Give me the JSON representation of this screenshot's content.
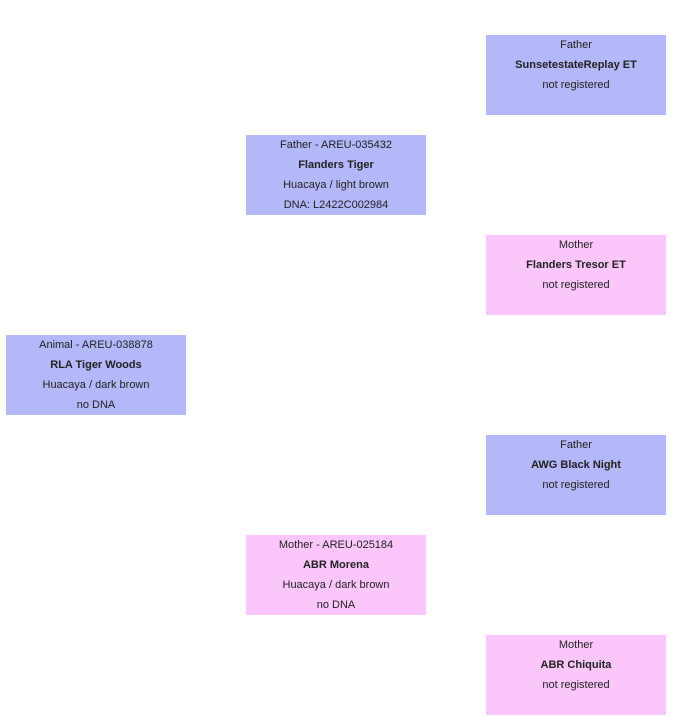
{
  "colors": {
    "male": "#b4b7f8",
    "female": "#fbc7fb"
  },
  "animal": {
    "heading": "Animal - AREU-038878",
    "name": "RLA Tiger Woods",
    "line3": "Huacaya / dark brown",
    "line4": "no DNA"
  },
  "sire": {
    "heading": "Father - AREU-035432",
    "name": "Flanders Tiger",
    "line3": "Huacaya / light brown",
    "line4": "DNA: L2422C002984"
  },
  "dam": {
    "heading": "Mother - AREU-025184",
    "name": "ABR Morena",
    "line3": "Huacaya / dark brown",
    "line4": "no DNA"
  },
  "sire_sire": {
    "heading": "Father",
    "name": "SunsetestateReplay ET",
    "line3": "not registered"
  },
  "sire_dam": {
    "heading": "Mother",
    "name": "Flanders Tresor ET",
    "line3": "not registered"
  },
  "dam_sire": {
    "heading": "Father",
    "name": "AWG Black Night",
    "line3": "not registered"
  },
  "dam_dam": {
    "heading": "Mother",
    "name": "ABR Chiquita",
    "line3": "not registered"
  }
}
